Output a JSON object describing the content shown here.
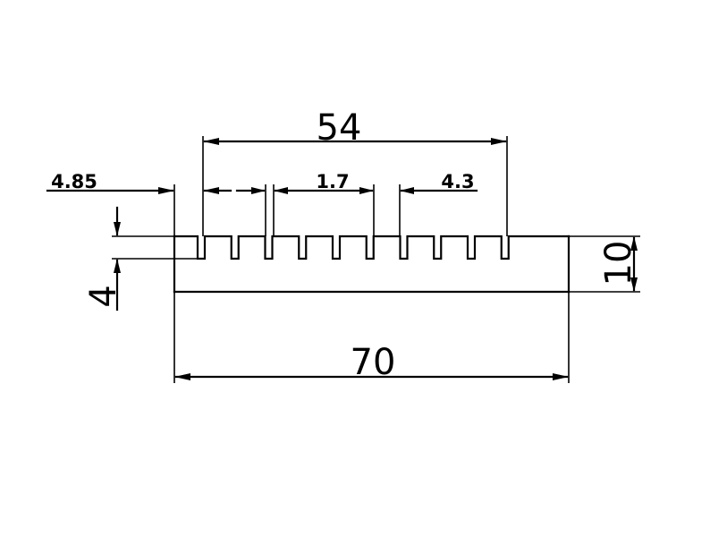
{
  "drawing": {
    "dimensions": {
      "overall_width": "70",
      "fin_span": "54",
      "height": "10",
      "base_thickness": "4",
      "edge_offset": "4.85",
      "fin_thickness": "1.7",
      "fin_pitch": "4.3"
    },
    "fin_count": 10
  }
}
